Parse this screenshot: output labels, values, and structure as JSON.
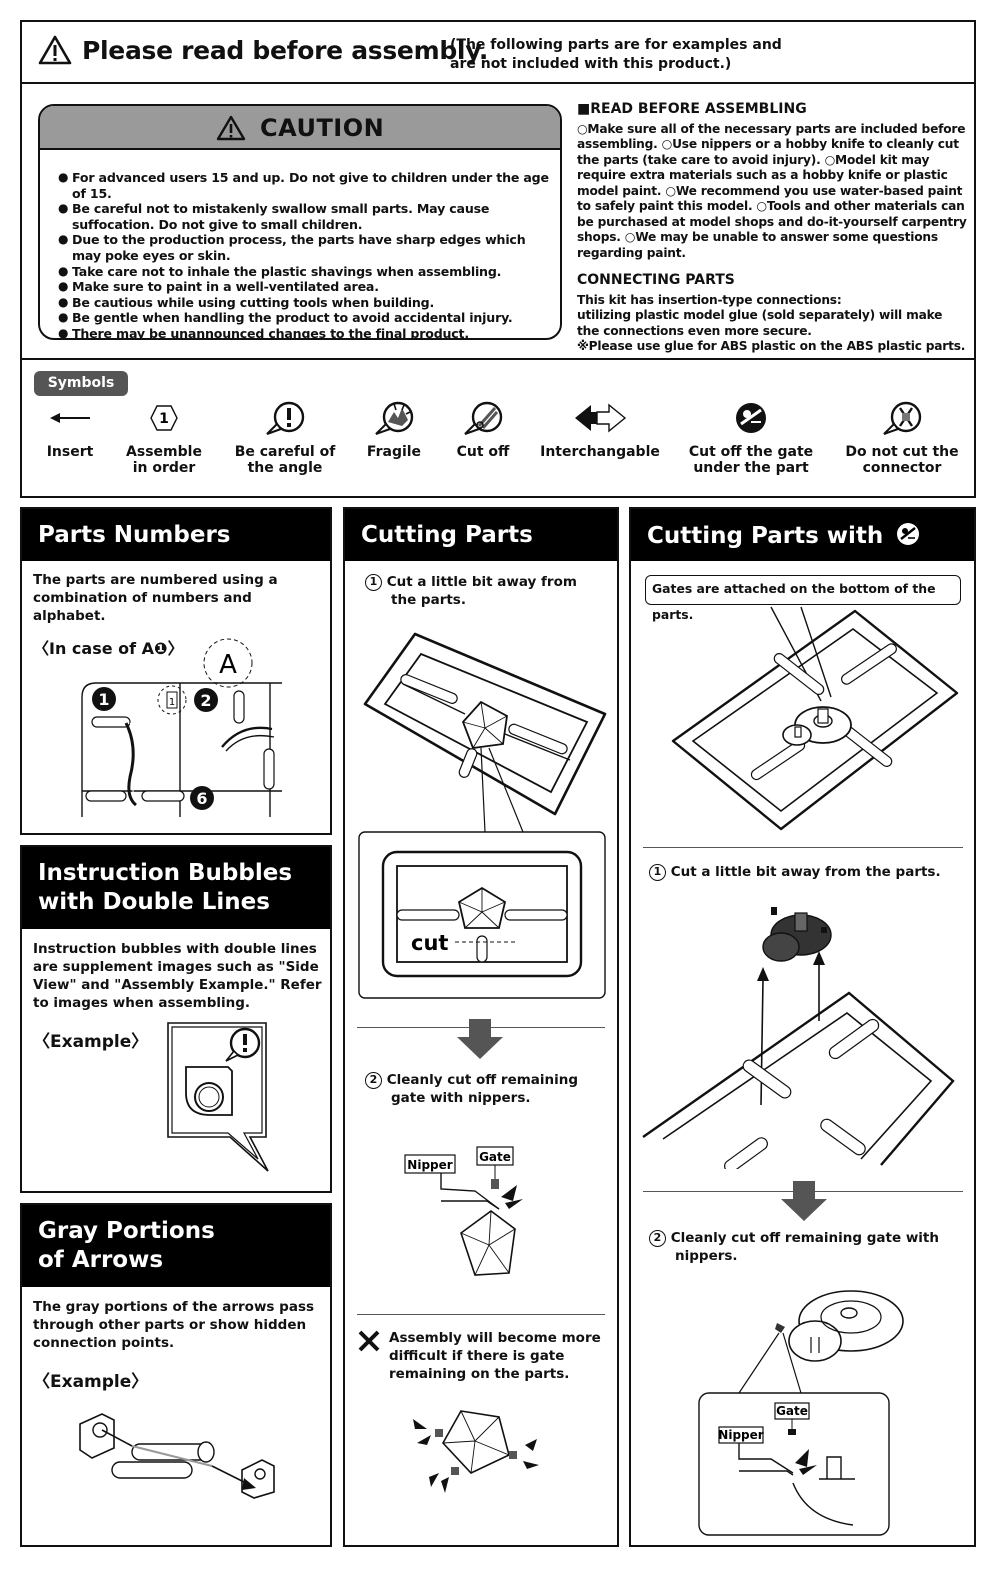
{
  "header": {
    "title": "Please read before assembly.",
    "note": "(The following parts are for examples and are not included with this product.)"
  },
  "caution": {
    "title": "CAUTION",
    "items": [
      "For advanced users 15 and up. Do not give to children under the age of 15.",
      "Be careful not to mistakenly swallow small parts. May cause suffocation. Do not give to small children.",
      "Due to the production process, the parts have sharp edges which may poke eyes or skin.",
      "Take care not to inhale the plastic shavings when assembling.",
      "Make sure to paint in a well-ventilated area.",
      "Be cautious while using cutting tools when building.",
      "Be gentle when handling the product to avoid accidental injury.",
      "There may be unannounced changes to the final product."
    ]
  },
  "read_before": {
    "heading": "■READ BEFORE ASSEMBLING",
    "text": "○Make sure all of the necessary parts are included before assembling. ○Use nippers or a hobby knife to cleanly cut the parts (take care to avoid injury). ○Model kit may require extra materials such as a hobby knife or plastic model paint. ○We recommend you use water-based paint to safely paint this model. ○Tools and other materials can be purchased at model shops and do-it-yourself carpentry shops. ○We may be unable to answer some questions regarding paint.",
    "connecting_heading": "CONNECTING PARTS",
    "connecting_line1": "This kit has insertion-type connections:",
    "connecting_line2": "utilizing plastic model glue (sold separately) will make",
    "connecting_line3": "the connections even more secure.",
    "connecting_line4": "※Please use glue for ABS plastic on the ABS plastic parts."
  },
  "symbols": {
    "tag": "Symbols",
    "items": [
      {
        "label": "Insert",
        "icon": "insert-arrow-icon"
      },
      {
        "label": "Assemble in order",
        "icon": "order-number-icon"
      },
      {
        "label": "Be careful of the angle",
        "icon": "angle-warning-icon"
      },
      {
        "label": "Fragile",
        "icon": "fragile-icon"
      },
      {
        "label": "Cut off",
        "icon": "cut-off-icon"
      },
      {
        "label": "Interchangable",
        "icon": "interchangeable-icon"
      },
      {
        "label": "Cut off the gate under the part",
        "icon": "gate-under-icon"
      },
      {
        "label": "Do not cut the connector",
        "icon": "no-cut-icon"
      }
    ],
    "order_number": "1"
  },
  "parts_numbers": {
    "title": "Parts Numbers",
    "text": "The parts are numbered using a combination of numbers and alphabet.",
    "example": "〈In case of A❶〉",
    "runner_letter": "A",
    "labels": [
      "1",
      "2",
      "6"
    ],
    "order_mark": "1"
  },
  "instruction_bubbles": {
    "title_line1": "Instruction Bubbles",
    "title_line2": "with Double Lines",
    "text": "Instruction bubbles with double lines are supplement images such as \"Side View\" and \"Assembly Example.\" Refer to images when assembling.",
    "example": "〈Example〉"
  },
  "gray_portions": {
    "title_line1": "Gray Portions",
    "title_line2": "of Arrows",
    "text": "The gray portions of the arrows pass through other parts or show hidden connection points.",
    "example": "〈Example〉"
  },
  "cutting_parts": {
    "title": "Cutting Parts",
    "step1_num": "1",
    "step1_line1": "Cut a little bit away from",
    "step1_line2": "the parts.",
    "cut_label": "cut",
    "step2_num": "2",
    "step2_line1": "Cleanly cut off remaining",
    "step2_line2": "gate with nippers.",
    "nipper_label": "Nipper",
    "gate_label": "Gate",
    "warn_line1": "Assembly will become more",
    "warn_line2": "difficult if there is gate",
    "warn_line3": "remaining on the parts."
  },
  "cutting_with": {
    "title": "Cutting Parts with",
    "gates_note": "Gates are attached on the bottom of the parts.",
    "step1_num": "1",
    "step1": "Cut a little bit away from the parts.",
    "step2_num": "2",
    "step2_line1": "Cleanly cut off remaining gate with",
    "step2_line2": "nippers.",
    "gate_label": "Gate",
    "nipper_label": "Nipper"
  }
}
